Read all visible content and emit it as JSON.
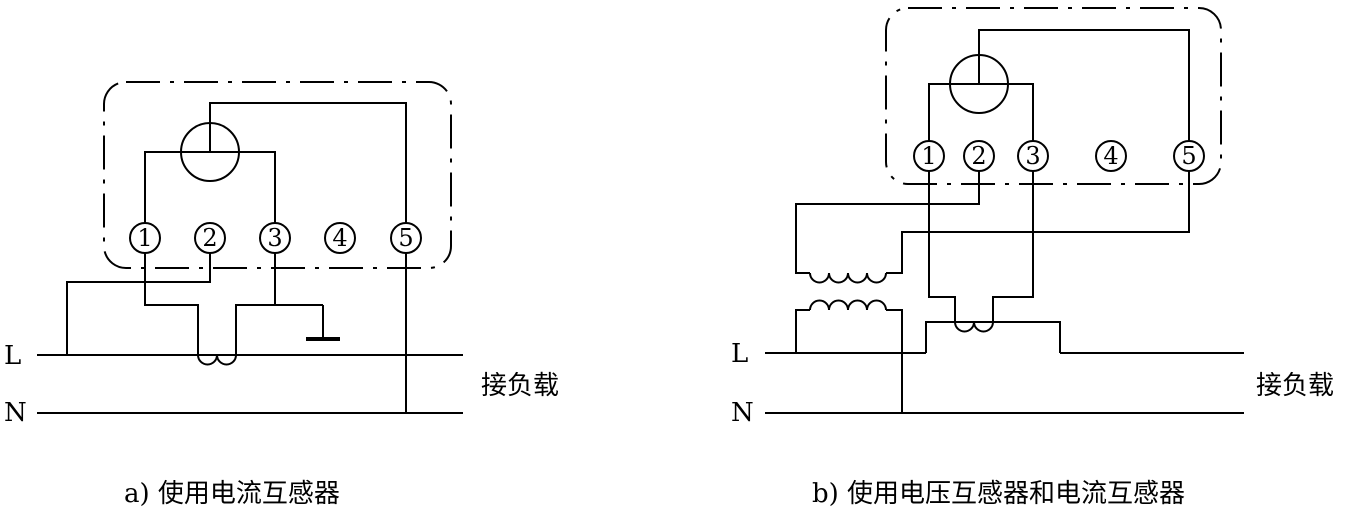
{
  "diagram_a": {
    "caption": "a) 使用电流互感器",
    "terminals": [
      "1",
      "2",
      "3",
      "4",
      "5"
    ],
    "line_L": "L",
    "line_N": "N",
    "load_label": "接负载"
  },
  "diagram_b": {
    "caption": "b) 使用电压互感器和电流互感器",
    "terminals": [
      "1",
      "2",
      "3",
      "4",
      "5"
    ],
    "line_L": "L",
    "line_N": "N",
    "load_label": "接负载"
  }
}
